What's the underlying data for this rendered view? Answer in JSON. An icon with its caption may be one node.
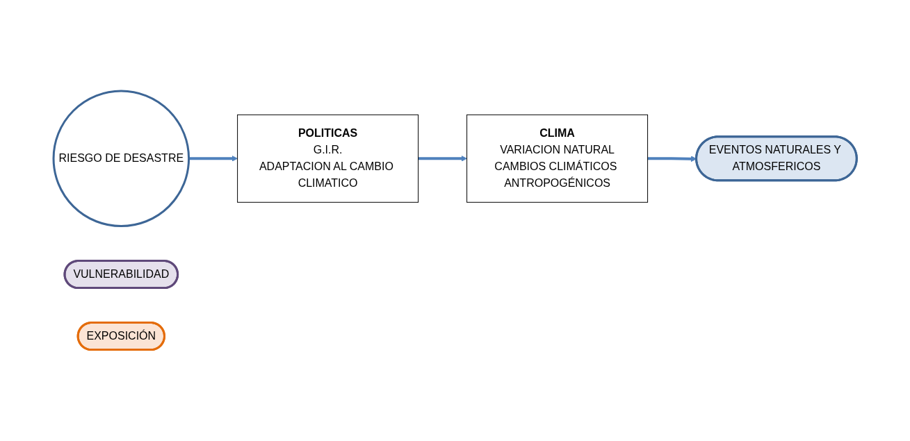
{
  "diagram": {
    "nodes": [
      {
        "text": [
          "CLIMA",
          "VARIACION NATURAL",
          "CAMBIOS CLIMÁTICOS ANTROPOGÉNICOS"
        ]
      },
      {
        "text": [
          "EVENTOS NATURALES Y ATMOSFERICOS"
        ]
      },
      {
        "text": [
          "RIESGO DE DESASTRE"
        ]
      },
      {
        "text": [
          "VULNERABILIDAD"
        ]
      },
      {
        "text": [
          "EXPOSICIÓN"
        ]
      },
      {
        "text": [
          "POLITICAS",
          "G.I.R.",
          "ADAPTACION AL CAMBIO CLIMATICO"
        ]
      }
    ],
    "edges": [
      {
        "from": 0,
        "to": 1,
        "arrow": "to"
      },
      {
        "from": 2,
        "to": 5,
        "arrow": "to"
      },
      {
        "from": 5,
        "to": 0,
        "arrow": "to"
      }
    ]
  }
}
